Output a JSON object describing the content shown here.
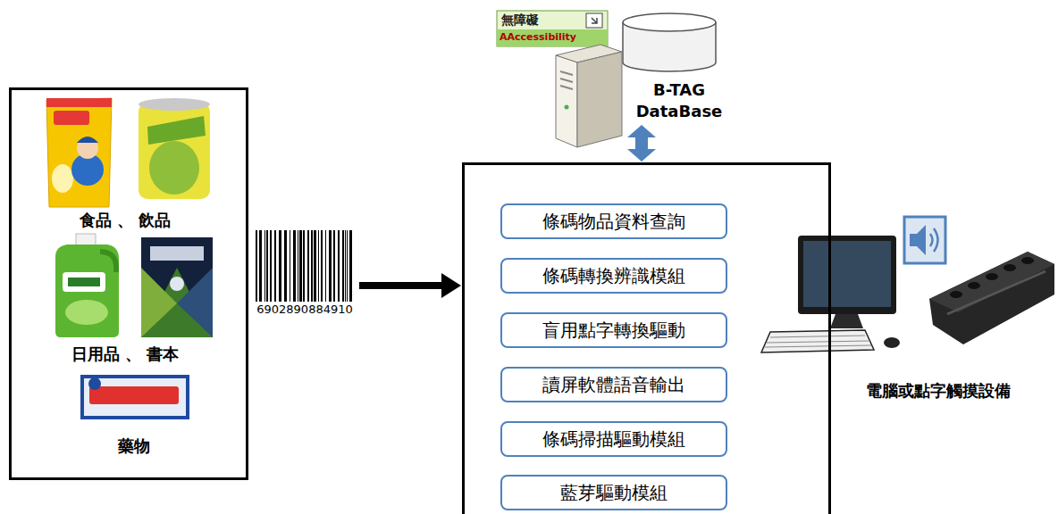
{
  "diagram": {
    "nodes": [
      {
        "text": [
          "食品 、 飲品",
          "日用品 、 書本",
          "藥物"
        ]
      },
      {
        "text": [
          "B-TAG DataBase"
        ]
      },
      {
        "text": []
      },
      {
        "text": [
          "條碼物品資料查詢"
        ],
        "in": 2
      },
      {
        "text": [
          "條碼轉換辨識模組"
        ],
        "in": 2
      },
      {
        "text": [
          "盲用點字轉換驅動"
        ],
        "in": 2
      },
      {
        "text": [
          "讀屏軟體語音輸出"
        ],
        "in": 2
      },
      {
        "text": [
          "條碼掃描驅動模組"
        ],
        "in": 2
      },
      {
        "text": [
          "藍芽驅動模組"
        ],
        "in": 2
      }
    ],
    "edges": [
      {
        "from": 0,
        "to": 2,
        "arrow": "to"
      },
      {
        "from": 1,
        "to": 2,
        "arrow": "both"
      }
    ],
    "labels": [
      "無障礙",
      "AAccessibility",
      "6902890884910",
      "電腦或點字觸摸設備"
    ]
  }
}
